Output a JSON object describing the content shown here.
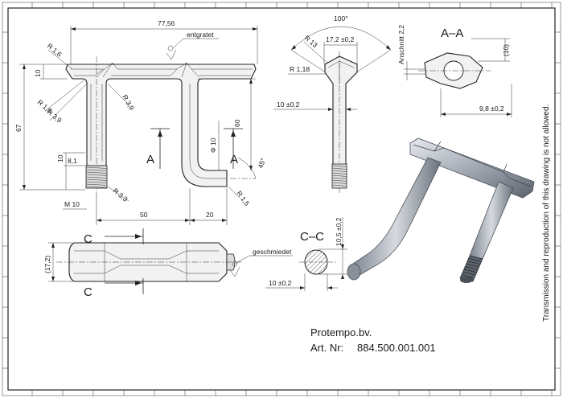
{
  "drawing": {
    "company": "Protempo.bv.",
    "article_label": "Art. Nr:",
    "article_number": "884.500.001.001",
    "notice": "Transmission and reproduction of this drawing is not allowed."
  },
  "front_view": {
    "dims": {
      "overall_width": "77,56",
      "height": "67",
      "flange": "10",
      "r16_top": "R 1,6",
      "r16_left": "R 1,6",
      "r39_left": "R 3,9",
      "r39_right": "R 3,9",
      "thread_len": "8,1",
      "ten_low": "10",
      "thread": "M 10",
      "r33": "R 3,3",
      "pitch": "50",
      "offset": "20",
      "sixty": "60",
      "phi": "Φ 10",
      "chamfer": "45°",
      "r15": "R 1,5"
    },
    "notes": {
      "deburred": "entgratet"
    },
    "section_letter_left": "A",
    "section_letter_right": "A"
  },
  "side_view": {
    "dims": {
      "angle": "100°",
      "width": "17,2 ±0,2",
      "r13": "R 13",
      "r118": "R 1,18",
      "shank": "10 ±0,2"
    }
  },
  "section_aa": {
    "title": "A–A",
    "dims": {
      "cut": "Anschnitt 2,2",
      "ten": "(10)",
      "nine": "9,8 ±0,2"
    }
  },
  "top_view": {
    "dims": {
      "height": "(17,2)"
    },
    "notes": {
      "forged": "geschmiedet"
    },
    "section_letter_top": "C",
    "section_letter_bottom": "C"
  },
  "section_cc": {
    "title": "C–C",
    "dims": {
      "height": "10,5 ±0,2",
      "width": "10 ±0,2"
    }
  }
}
